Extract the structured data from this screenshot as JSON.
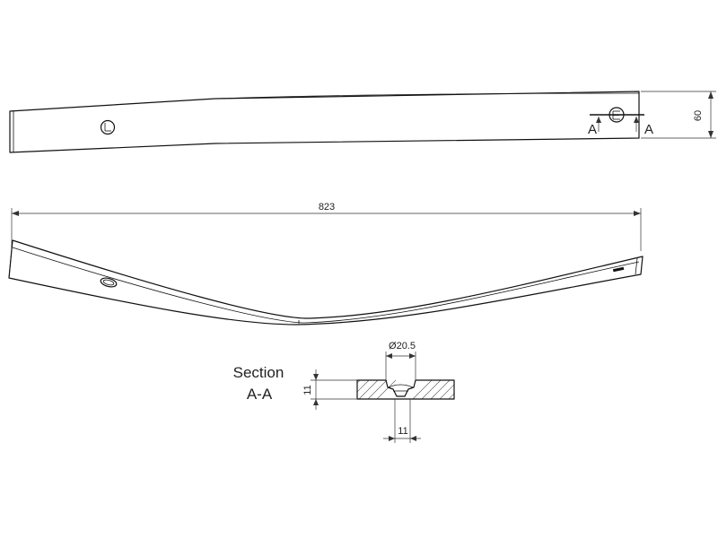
{
  "top_view": {
    "height_dim": "60",
    "section_marker_left": "A",
    "section_marker_right": "A"
  },
  "side_view": {
    "length_dim": "823"
  },
  "section": {
    "title_line1": "Section",
    "title_line2": "A-A",
    "hole_diameter": "Ø20.5",
    "depth_dim": "11",
    "width_dim": "11"
  }
}
